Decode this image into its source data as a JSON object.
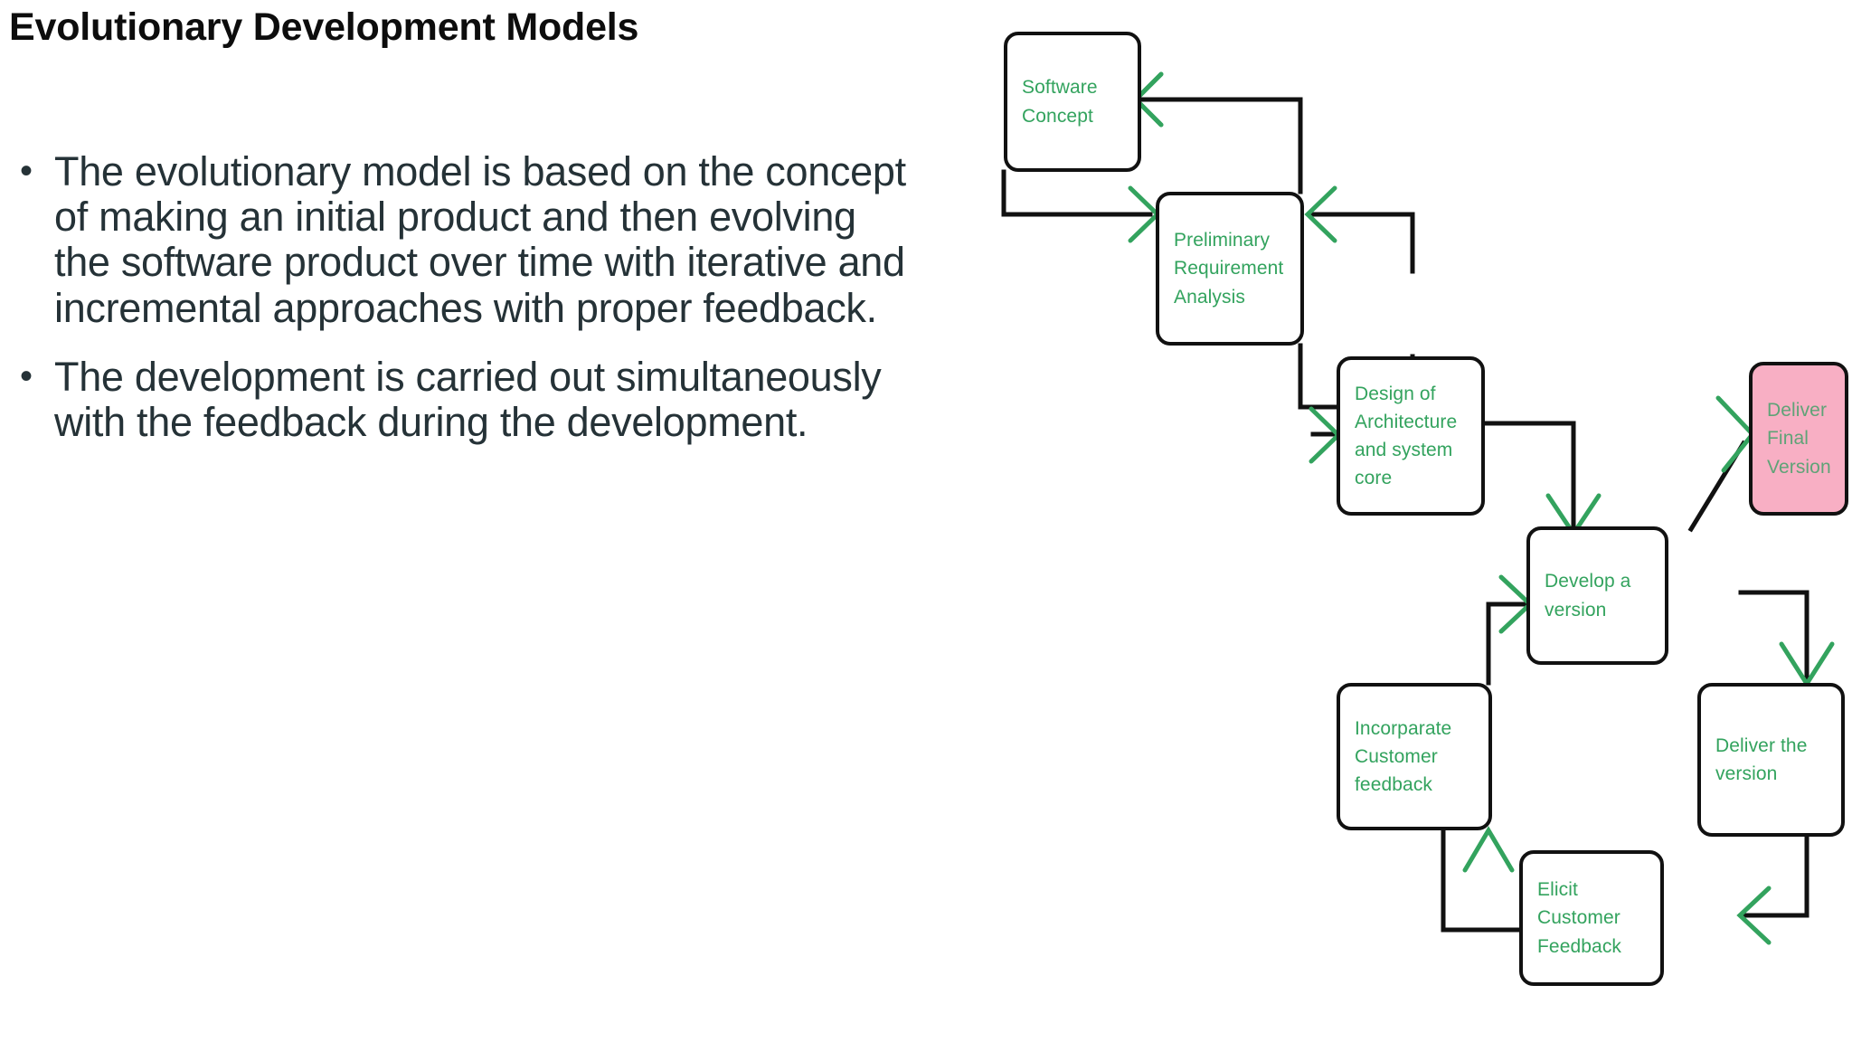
{
  "slide": {
    "title": "Evolutionary Development Models",
    "bullets": [
      "The evolutionary model is based on the concept of making an initial product and then evolving the software product over time with iterative and incremental approaches with proper feedback.",
      "The development is carried out simultaneously with the feedback during the development."
    ],
    "bullet_marker": "•"
  },
  "diagram": {
    "type": "flowchart",
    "title": "Evolutionary development model flow",
    "colors": {
      "node_border": "#111111",
      "node_fill": "#ffffff",
      "highlight_fill": "#f8afc4",
      "label_text": "#33a35e",
      "highlight_label_text": "#5fa377",
      "connector": "#111111",
      "arrowhead": "#33a35e"
    },
    "nodes": [
      {
        "id": "software-concept",
        "label": "Software\nConcept",
        "highlight": false
      },
      {
        "id": "preliminary-requirement-analysis",
        "label": "Preliminary\nRequirement\nAnalysis",
        "highlight": false
      },
      {
        "id": "design-of-architecture",
        "label": "Design of\nArchitecture\nand system core",
        "highlight": false
      },
      {
        "id": "deliver-final-version",
        "label": "Deliver Final\nVersion",
        "highlight": true
      },
      {
        "id": "develop-a-version",
        "label": "Develop a\nversion",
        "highlight": false
      },
      {
        "id": "incorparate-customer-feedback",
        "label": "Incorparate\nCustomer\nfeedback",
        "highlight": false
      },
      {
        "id": "deliver-the-version",
        "label": "Deliver the\nversion",
        "highlight": false
      },
      {
        "id": "elicit-customer-feedback",
        "label": "Elicit Customer\nFeedback",
        "highlight": false
      }
    ],
    "edges": [
      {
        "from": "software-concept",
        "to": "preliminary-requirement-analysis"
      },
      {
        "from": "preliminary-requirement-analysis",
        "to": "software-concept"
      },
      {
        "from": "design-of-architecture",
        "to": "preliminary-requirement-analysis"
      },
      {
        "from": "preliminary-requirement-analysis",
        "to": "design-of-architecture"
      },
      {
        "from": "design-of-architecture",
        "to": "develop-a-version"
      },
      {
        "from": "develop-a-version",
        "to": "deliver-final-version"
      },
      {
        "from": "develop-a-version",
        "to": "deliver-the-version"
      },
      {
        "from": "deliver-the-version",
        "to": "elicit-customer-feedback"
      },
      {
        "from": "elicit-customer-feedback",
        "to": "incorparate-customer-feedback"
      },
      {
        "from": "incorparate-customer-feedback",
        "to": "develop-a-version"
      }
    ]
  }
}
